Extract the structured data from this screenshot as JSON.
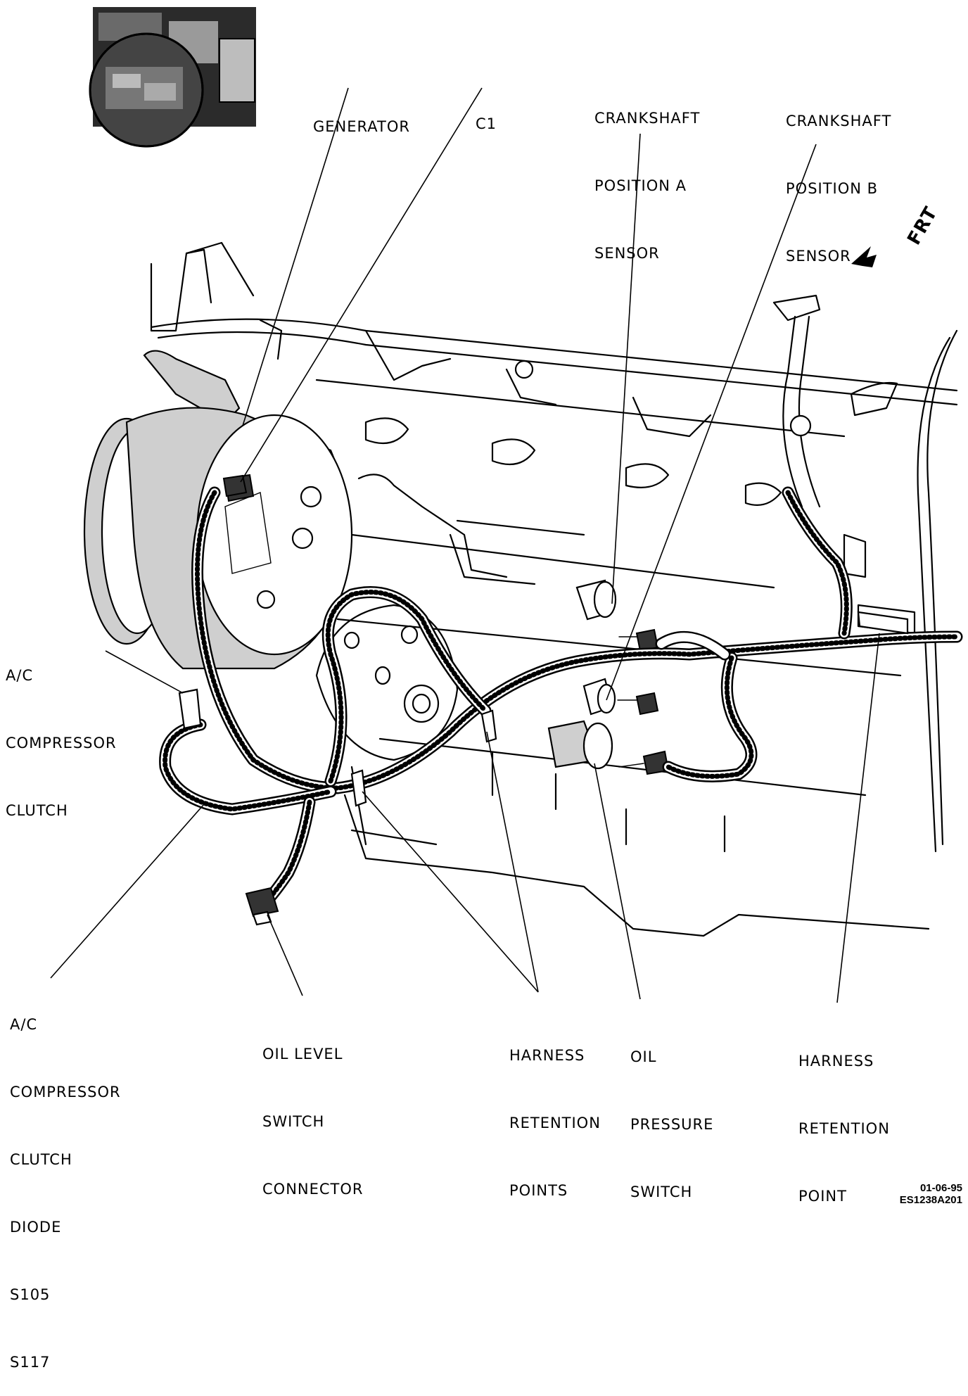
{
  "labels": {
    "generator": [
      "GENERATOR"
    ],
    "c1": [
      "C1"
    ],
    "crank_a": [
      "CRANKSHAFT",
      "POSITION A",
      "SENSOR"
    ],
    "crank_b": [
      "CRANKSHAFT",
      "POSITION B",
      "SENSOR"
    ],
    "frt": "FRT",
    "ac_clutch": [
      "A/C",
      "COMPRESSOR",
      "CLUTCH"
    ],
    "ac_diode": [
      "A/C",
      "COMPRESSOR",
      "CLUTCH",
      "DIODE",
      "S105",
      "S117"
    ],
    "oil_level": [
      "OIL LEVEL",
      "SWITCH",
      "CONNECTOR"
    ],
    "harness_points": [
      "HARNESS",
      "RETENTION",
      "POINTS"
    ],
    "oil_pressure": [
      "OIL",
      "PRESSURE",
      "SWITCH"
    ],
    "harness_point": [
      "HARNESS",
      "RETENTION",
      "POINT"
    ]
  },
  "stamp": [
    "01-06-95",
    "ES1238A201"
  ]
}
